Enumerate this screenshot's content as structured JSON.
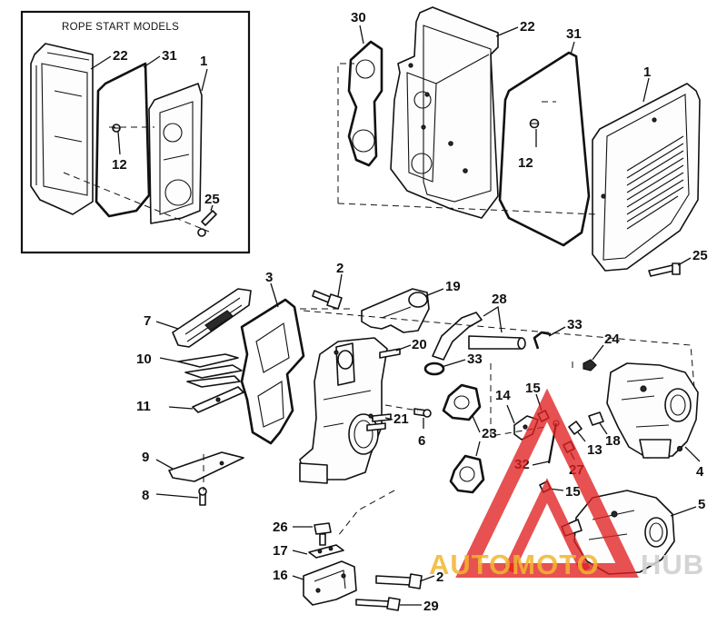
{
  "inset": {
    "title": "ROPE START MODELS",
    "callouts": [
      "22",
      "31",
      "1",
      "12",
      "25"
    ]
  },
  "callouts": {
    "c30": "30",
    "c22": "22",
    "c31": "31",
    "c1": "1",
    "c12": "12",
    "c25": "25",
    "c2a": "2",
    "c3": "3",
    "c19": "19",
    "c28": "28",
    "c33a": "33",
    "c7": "7",
    "c20": "20",
    "c33b": "33",
    "c24": "24",
    "c10": "10",
    "c15a": "15",
    "c14": "14",
    "c11": "11",
    "c21": "21",
    "c6": "6",
    "c23": "23",
    "c13": "13",
    "c18": "18",
    "c4": "4",
    "c9": "9",
    "c32": "32",
    "c27": "27",
    "c15b": "15",
    "c8": "8",
    "c5": "5",
    "c26": "26",
    "c17": "17",
    "c16": "16",
    "c2b": "2",
    "c29": "29"
  },
  "watermark": {
    "part1": "AUTOMOTO",
    "part2": "HUB"
  },
  "colors": {
    "line": "#111111",
    "watermark_red": "#e02020",
    "watermark_gold": "#f2b630",
    "watermark_grey": "#d0d0d0"
  }
}
